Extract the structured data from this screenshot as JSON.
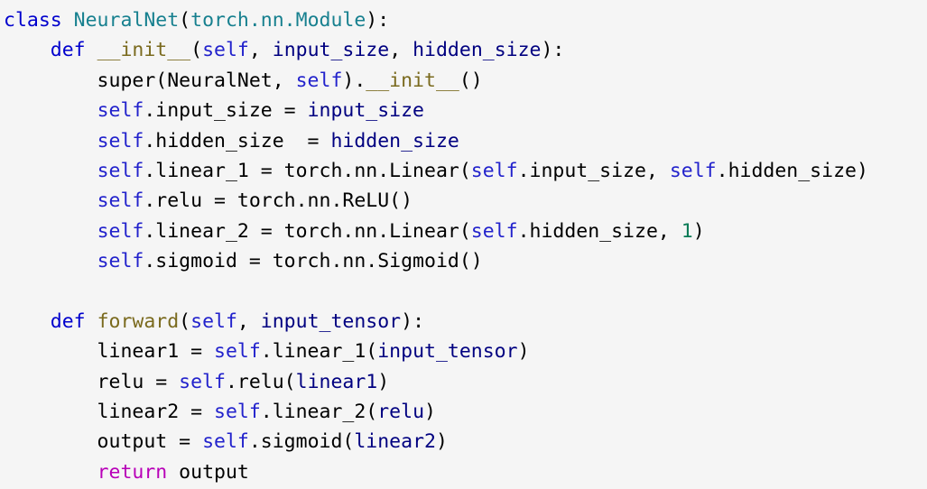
{
  "editor": {
    "background_color": "#f5f5f5",
    "default_text_color": "#000000",
    "language": "python",
    "palette": {
      "keyword": "#0000cd",
      "keyword_return": "#b800b8",
      "class_name": "#17808f",
      "base_class": "#17808f",
      "function_name": "#7a6a1e",
      "self_keyword": "#2222cc",
      "parameter": "#000080",
      "number_literal": "#087a55",
      "plain": "#000000"
    }
  },
  "code": {
    "lines": [
      {
        "n": 1,
        "indent": "",
        "text": "class NeuralNet(torch.nn.Module):",
        "tokens": [
          {
            "t": "class ",
            "c": "t-kw"
          },
          {
            "t": "NeuralNet",
            "c": "t-classname"
          },
          {
            "t": "(",
            "c": "t-plain"
          },
          {
            "t": "torch.nn.Module",
            "c": "t-base"
          },
          {
            "t": "):",
            "c": "t-plain"
          }
        ]
      },
      {
        "n": 2,
        "indent": "    ",
        "text": "    def __init__(self, input_size, hidden_size):",
        "tokens": [
          {
            "t": "    ",
            "c": "t-plain"
          },
          {
            "t": "def ",
            "c": "t-kw"
          },
          {
            "t": "__init__",
            "c": "t-fn"
          },
          {
            "t": "(",
            "c": "t-plain"
          },
          {
            "t": "self",
            "c": "t-self"
          },
          {
            "t": ", ",
            "c": "t-plain"
          },
          {
            "t": "input_size",
            "c": "t-param"
          },
          {
            "t": ", ",
            "c": "t-plain"
          },
          {
            "t": "hidden_size",
            "c": "t-param"
          },
          {
            "t": "):",
            "c": "t-plain"
          }
        ]
      },
      {
        "n": 3,
        "indent": "        ",
        "text": "        super(NeuralNet, self).__init__()",
        "tokens": [
          {
            "t": "        super(NeuralNet, ",
            "c": "t-plain"
          },
          {
            "t": "self",
            "c": "t-self"
          },
          {
            "t": ").",
            "c": "t-plain"
          },
          {
            "t": "__init__",
            "c": "t-fn"
          },
          {
            "t": "()",
            "c": "t-plain"
          }
        ]
      },
      {
        "n": 4,
        "indent": "        ",
        "text": "        self.input_size = input_size",
        "tokens": [
          {
            "t": "        ",
            "c": "t-plain"
          },
          {
            "t": "self",
            "c": "t-self"
          },
          {
            "t": ".input_size = ",
            "c": "t-plain"
          },
          {
            "t": "input_size",
            "c": "t-param"
          }
        ]
      },
      {
        "n": 5,
        "indent": "        ",
        "text": "        self.hidden_size  = hidden_size",
        "tokens": [
          {
            "t": "        ",
            "c": "t-plain"
          },
          {
            "t": "self",
            "c": "t-self"
          },
          {
            "t": ".hidden_size  = ",
            "c": "t-plain"
          },
          {
            "t": "hidden_size",
            "c": "t-param"
          }
        ]
      },
      {
        "n": 6,
        "indent": "        ",
        "text": "        self.linear_1 = torch.nn.Linear(self.input_size, self.hidden_size)",
        "tokens": [
          {
            "t": "        ",
            "c": "t-plain"
          },
          {
            "t": "self",
            "c": "t-self"
          },
          {
            "t": ".linear_1 = torch.nn.Linear(",
            "c": "t-plain"
          },
          {
            "t": "self",
            "c": "t-self"
          },
          {
            "t": ".input_size, ",
            "c": "t-plain"
          },
          {
            "t": "self",
            "c": "t-self"
          },
          {
            "t": ".hidden_size)",
            "c": "t-plain"
          }
        ]
      },
      {
        "n": 7,
        "indent": "        ",
        "text": "        self.relu = torch.nn.ReLU()",
        "tokens": [
          {
            "t": "        ",
            "c": "t-plain"
          },
          {
            "t": "self",
            "c": "t-self"
          },
          {
            "t": ".relu = torch.nn.ReLU()",
            "c": "t-plain"
          }
        ]
      },
      {
        "n": 8,
        "indent": "        ",
        "text": "        self.linear_2 = torch.nn.Linear(self.hidden_size, 1)",
        "tokens": [
          {
            "t": "        ",
            "c": "t-plain"
          },
          {
            "t": "self",
            "c": "t-self"
          },
          {
            "t": ".linear_2 = torch.nn.Linear(",
            "c": "t-plain"
          },
          {
            "t": "self",
            "c": "t-self"
          },
          {
            "t": ".hidden_size, ",
            "c": "t-plain"
          },
          {
            "t": "1",
            "c": "t-num"
          },
          {
            "t": ")",
            "c": "t-plain"
          }
        ]
      },
      {
        "n": 9,
        "indent": "        ",
        "text": "        self.sigmoid = torch.nn.Sigmoid()",
        "tokens": [
          {
            "t": "        ",
            "c": "t-plain"
          },
          {
            "t": "self",
            "c": "t-self"
          },
          {
            "t": ".sigmoid = torch.nn.Sigmoid()",
            "c": "t-plain"
          }
        ]
      },
      {
        "n": 10,
        "indent": "",
        "text": "",
        "tokens": []
      },
      {
        "n": 11,
        "indent": "    ",
        "text": "    def forward(self, input_tensor):",
        "tokens": [
          {
            "t": "    ",
            "c": "t-plain"
          },
          {
            "t": "def ",
            "c": "t-kw"
          },
          {
            "t": "forward",
            "c": "t-fn"
          },
          {
            "t": "(",
            "c": "t-plain"
          },
          {
            "t": "self",
            "c": "t-self"
          },
          {
            "t": ", ",
            "c": "t-plain"
          },
          {
            "t": "input_tensor",
            "c": "t-param"
          },
          {
            "t": "):",
            "c": "t-plain"
          }
        ]
      },
      {
        "n": 12,
        "indent": "        ",
        "text": "        linear1 = self.linear_1(input_tensor)",
        "tokens": [
          {
            "t": "        linear1 = ",
            "c": "t-plain"
          },
          {
            "t": "self",
            "c": "t-self"
          },
          {
            "t": ".linear_1(",
            "c": "t-plain"
          },
          {
            "t": "input_tensor",
            "c": "t-param"
          },
          {
            "t": ")",
            "c": "t-plain"
          }
        ]
      },
      {
        "n": 13,
        "indent": "        ",
        "text": "        relu = self.relu(linear1)",
        "tokens": [
          {
            "t": "        relu = ",
            "c": "t-plain"
          },
          {
            "t": "self",
            "c": "t-self"
          },
          {
            "t": ".relu(",
            "c": "t-plain"
          },
          {
            "t": "linear1",
            "c": "t-param"
          },
          {
            "t": ")",
            "c": "t-plain"
          }
        ]
      },
      {
        "n": 14,
        "indent": "        ",
        "text": "        linear2 = self.linear_2(relu)",
        "tokens": [
          {
            "t": "        linear2 = ",
            "c": "t-plain"
          },
          {
            "t": "self",
            "c": "t-self"
          },
          {
            "t": ".linear_2(",
            "c": "t-plain"
          },
          {
            "t": "relu",
            "c": "t-param"
          },
          {
            "t": ")",
            "c": "t-plain"
          }
        ]
      },
      {
        "n": 15,
        "indent": "        ",
        "text": "        output = self.sigmoid(linear2)",
        "tokens": [
          {
            "t": "        output = ",
            "c": "t-plain"
          },
          {
            "t": "self",
            "c": "t-self"
          },
          {
            "t": ".sigmoid(",
            "c": "t-plain"
          },
          {
            "t": "linear2",
            "c": "t-param"
          },
          {
            "t": ")",
            "c": "t-plain"
          }
        ]
      },
      {
        "n": 16,
        "indent": "        ",
        "text": "        return output",
        "tokens": [
          {
            "t": "        ",
            "c": "t-plain"
          },
          {
            "t": "return",
            "c": "t-kw2"
          },
          {
            "t": " output",
            "c": "t-plain"
          }
        ]
      }
    ]
  }
}
